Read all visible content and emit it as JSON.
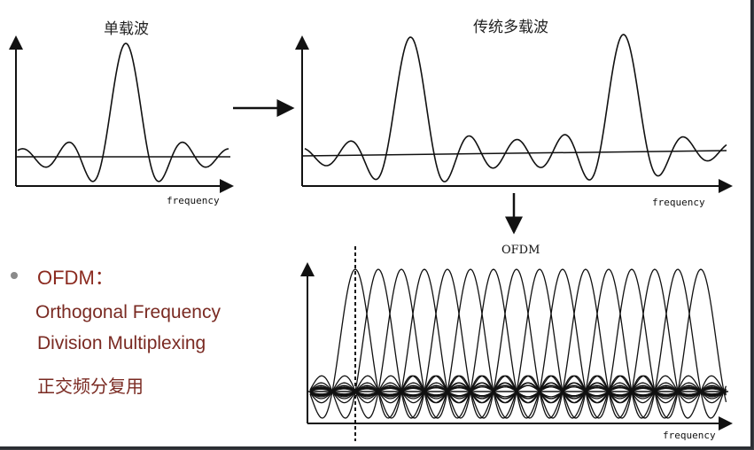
{
  "figures": {
    "single_carrier": {
      "title": "单载波",
      "xlabel": "frequency"
    },
    "multi_carrier": {
      "title": "传统多载波",
      "xlabel": "frequency"
    },
    "ofdm": {
      "title": "OFDM",
      "xlabel": "frequency"
    }
  },
  "bullet": {
    "title": "OFDM：",
    "lines": [
      "Orthogonal Frequency",
      "Division  Multiplexing"
    ],
    "chinese": "正交频分复用"
  }
}
